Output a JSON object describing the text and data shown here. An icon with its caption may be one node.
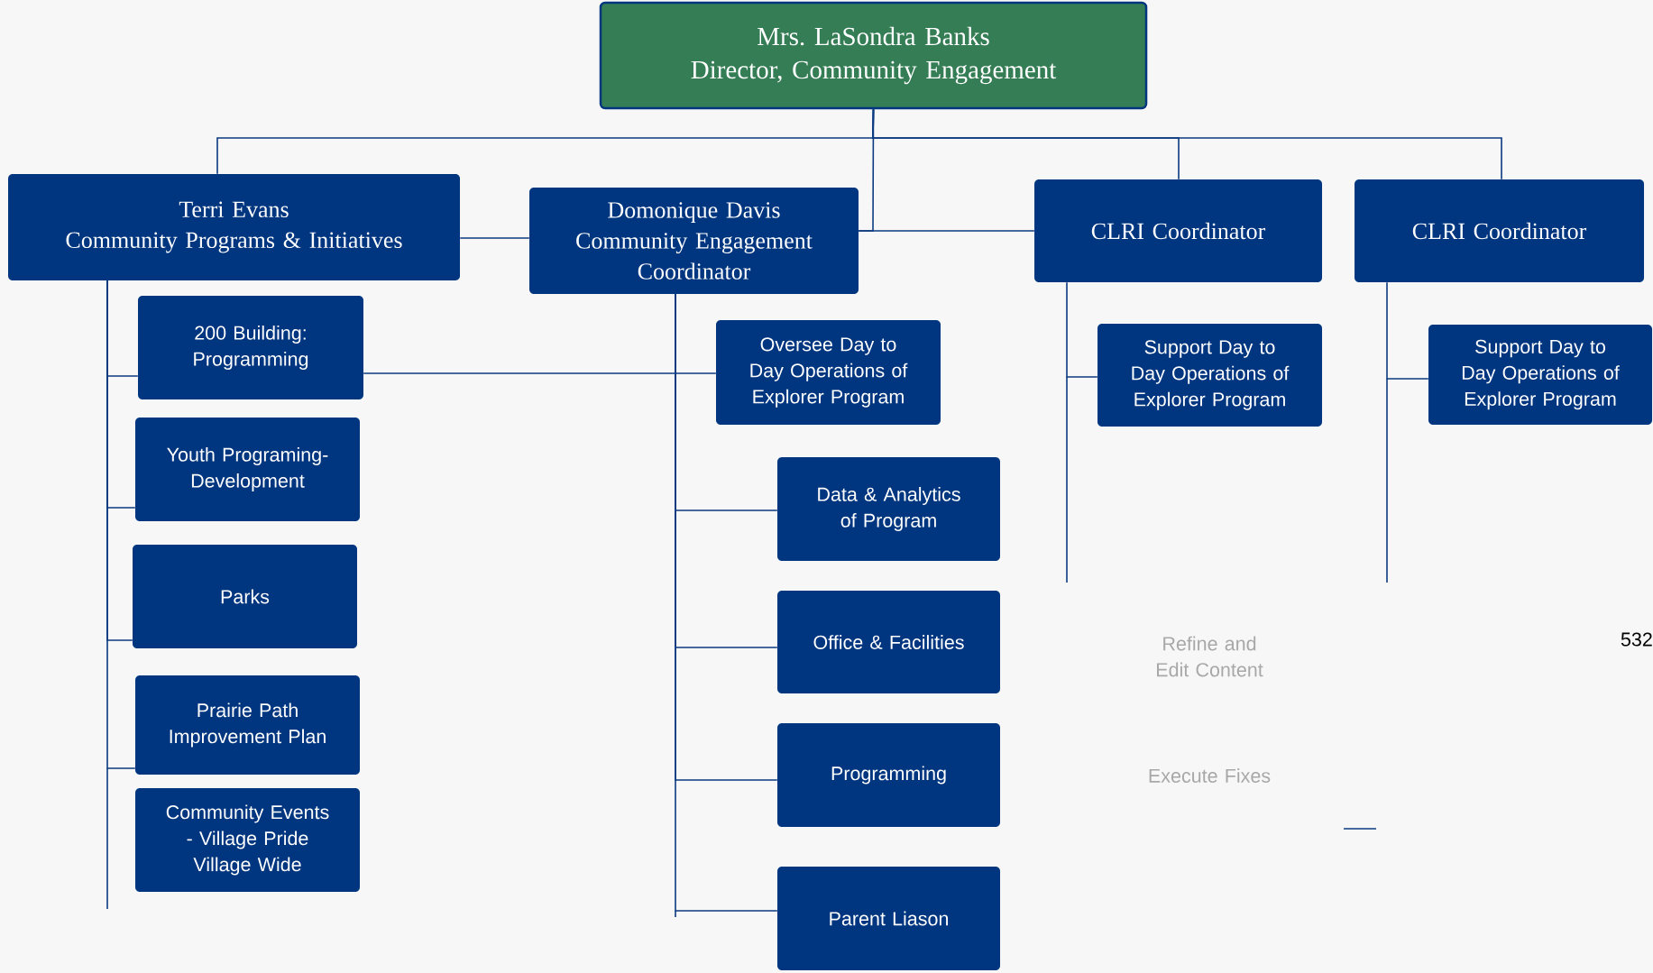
{
  "diagram": {
    "nodes": [
      {
        "text": [
          "Mrs. LaSondra Banks",
          "Director, Community Engagement"
        ]
      },
      {
        "text": [
          "Terri Evans",
          "Community Programs & Initiatives"
        ]
      },
      {
        "text": [
          "Domonique Davis",
          "Community Engagement Coordinator"
        ]
      },
      {
        "text": [
          "CLRI Coordinator"
        ]
      },
      {
        "text": [
          "CLRI Coordinator"
        ]
      },
      {
        "text": [
          "200 Building: Programming"
        ]
      },
      {
        "text": [
          "Youth Programing-Development"
        ]
      },
      {
        "text": [
          "Parks"
        ]
      },
      {
        "text": [
          "Prairie Path Improvement Plan"
        ]
      },
      {
        "text": [
          "Community Events - Village Pride Village Wide"
        ]
      },
      {
        "text": [
          "Oversee Day to Day Operations of Explorer Program"
        ]
      },
      {
        "text": [
          "Data & Analytics of Program"
        ]
      },
      {
        "text": [
          "Office & Facilities"
        ]
      },
      {
        "text": [
          "Programming"
        ]
      },
      {
        "text": [
          "Parent Liason"
        ]
      },
      {
        "text": [
          "Support Day to Day Operations of Explorer Program"
        ]
      },
      {
        "text": [
          "Support Day to Day Operations of Explorer Program"
        ]
      }
    ],
    "edges": [
      {
        "from": 0,
        "to": 1,
        "arrow": "none"
      },
      {
        "from": 0,
        "to": 2,
        "arrow": "none"
      },
      {
        "from": 0,
        "to": 3,
        "arrow": "none"
      },
      {
        "from": 0,
        "to": 4,
        "arrow": "none"
      },
      {
        "from": 1,
        "to": 2,
        "arrow": "none"
      },
      {
        "from": 2,
        "to": 3,
        "arrow": "none"
      },
      {
        "from": 1,
        "to": 5,
        "arrow": "none"
      },
      {
        "from": 1,
        "to": 6,
        "arrow": "none"
      },
      {
        "from": 1,
        "to": 7,
        "arrow": "none"
      },
      {
        "from": 1,
        "to": 8,
        "arrow": "none"
      },
      {
        "from": 5,
        "to": 10,
        "arrow": "none"
      },
      {
        "from": 2,
        "to": 11,
        "arrow": "none"
      },
      {
        "from": 2,
        "to": 12,
        "arrow": "none"
      },
      {
        "from": 2,
        "to": 13,
        "arrow": "none"
      },
      {
        "from": 2,
        "to": 14,
        "arrow": "none"
      },
      {
        "from": 3,
        "to": 15,
        "arrow": "none"
      },
      {
        "from": 4,
        "to": 16,
        "arrow": "none"
      }
    ],
    "labels": [
      "Refine and Edit Content",
      "532",
      "Execute Fixes"
    ]
  }
}
